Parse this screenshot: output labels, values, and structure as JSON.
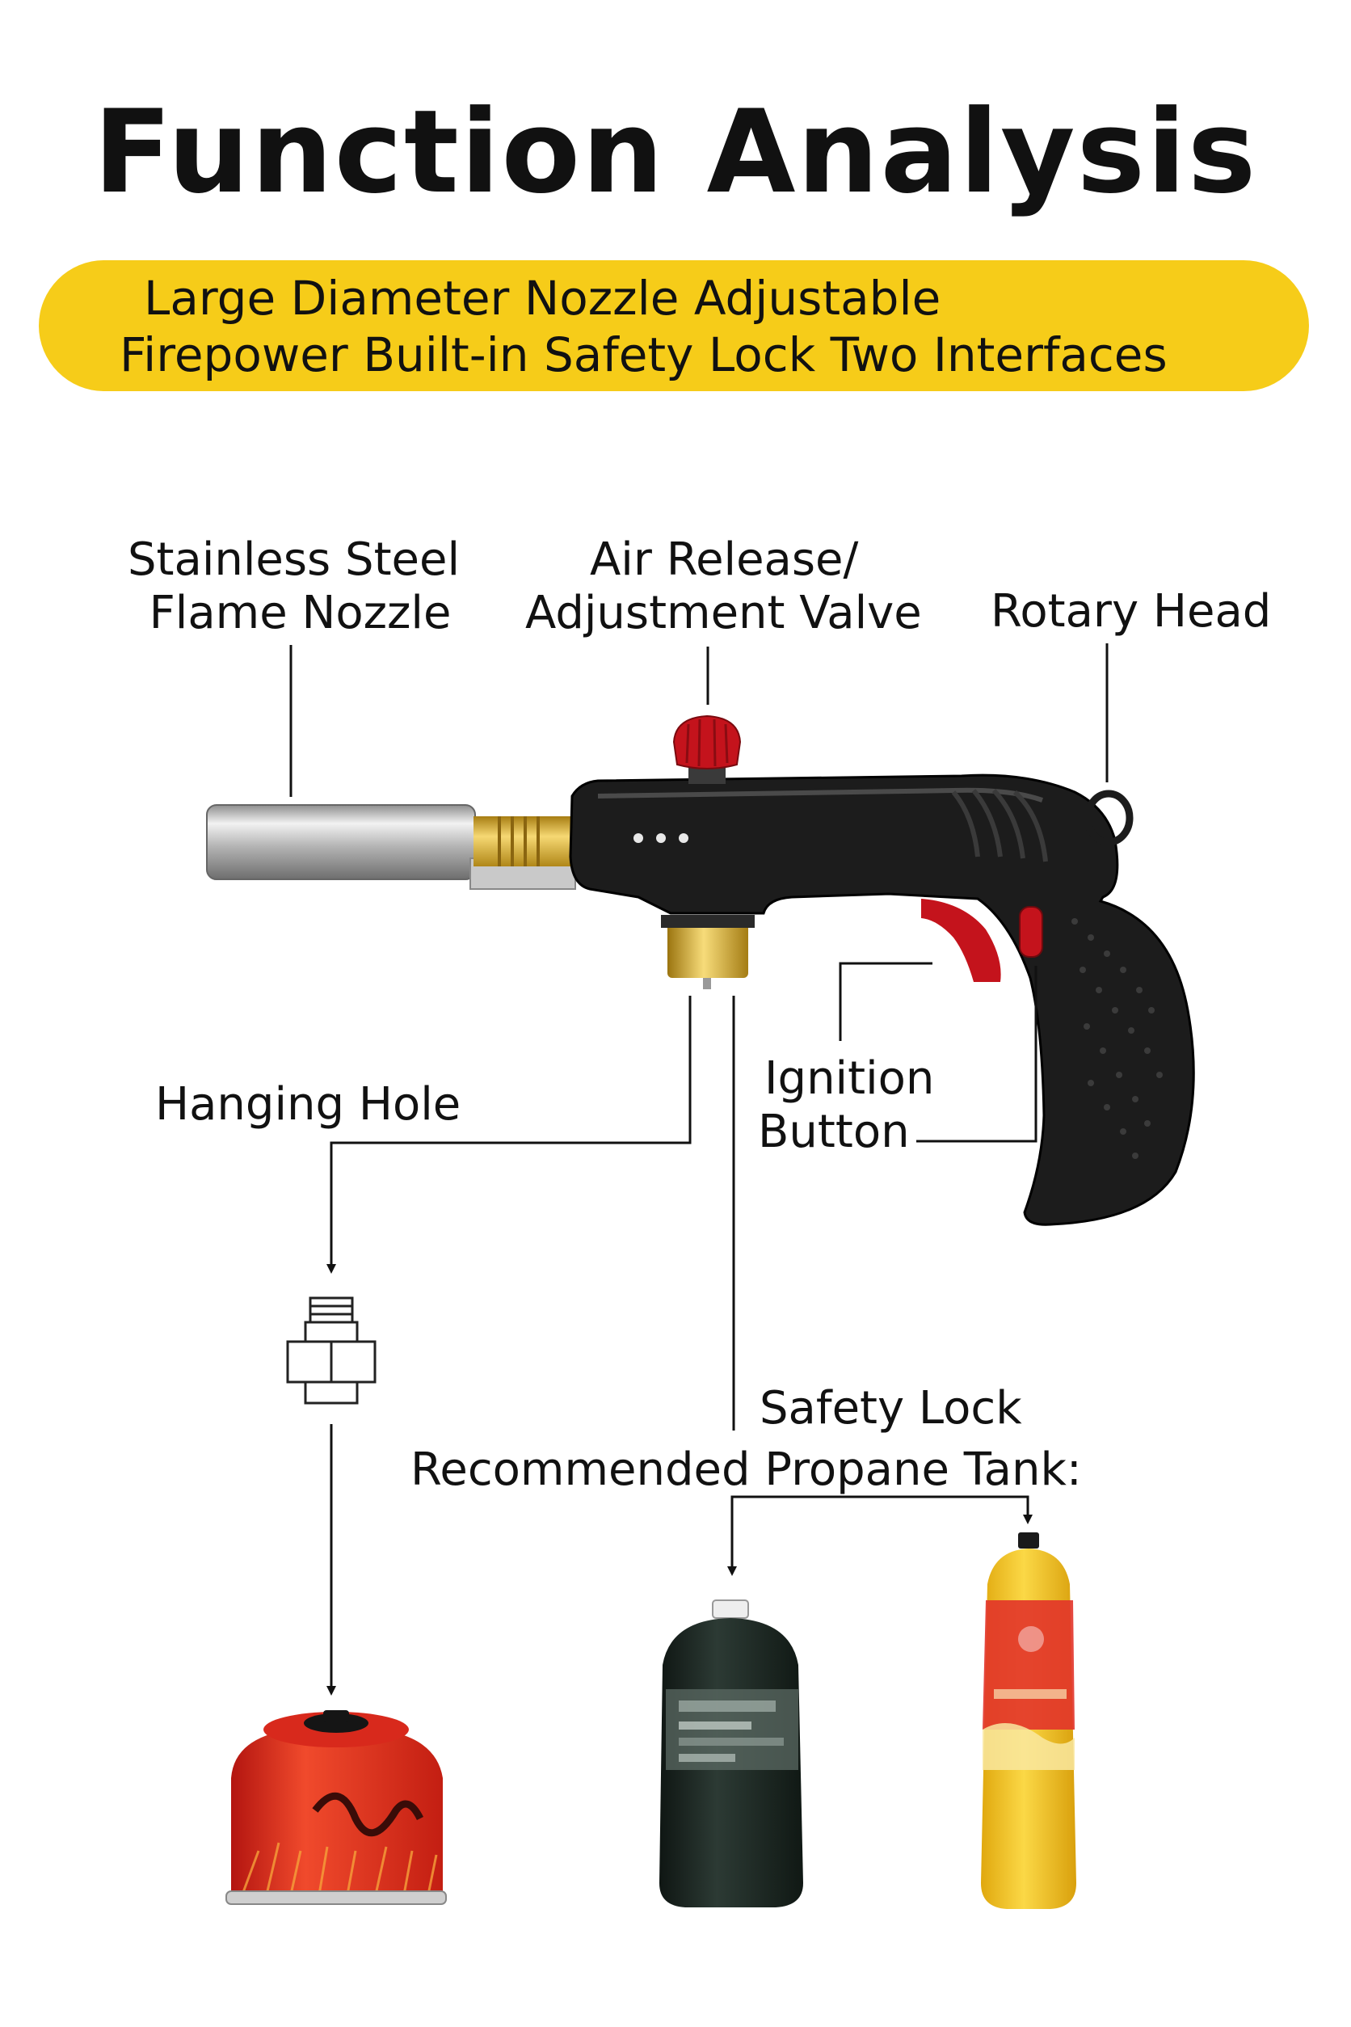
{
  "title": "Function Analysis",
  "banner": {
    "line1": "Large Diameter Nozzle Adjustable",
    "line2": "Firepower Built-in Safety Lock Two Interfaces"
  },
  "labels": {
    "nozzle": {
      "line1": "Stainless Steel",
      "line2": "Flame Nozzle"
    },
    "valve": {
      "line1": "Air Release/",
      "line2": "Adjustment Valve"
    },
    "rotary_head": "Rotary Head",
    "hanging_hole": "Hanging Hole",
    "ignition": {
      "line1": "Ignition",
      "line2": "Button"
    },
    "safety_lock": "Safety Lock",
    "recommended_tank": "Recommended Propane Tank:"
  },
  "colors": {
    "banner": "#f6cc19",
    "torch_body": "#1c1c1c",
    "trigger_red": "#c4131c",
    "brass": "#d4a92a",
    "canister_red": "#e52a1f",
    "canister_yellow": "#f2c21a",
    "canister_dark": "#1f2a26"
  },
  "icons": [
    "torch-icon",
    "adapter-icon",
    "red-canister-icon",
    "dark-propane-tank-icon",
    "yellow-gas-cylinder-icon"
  ]
}
